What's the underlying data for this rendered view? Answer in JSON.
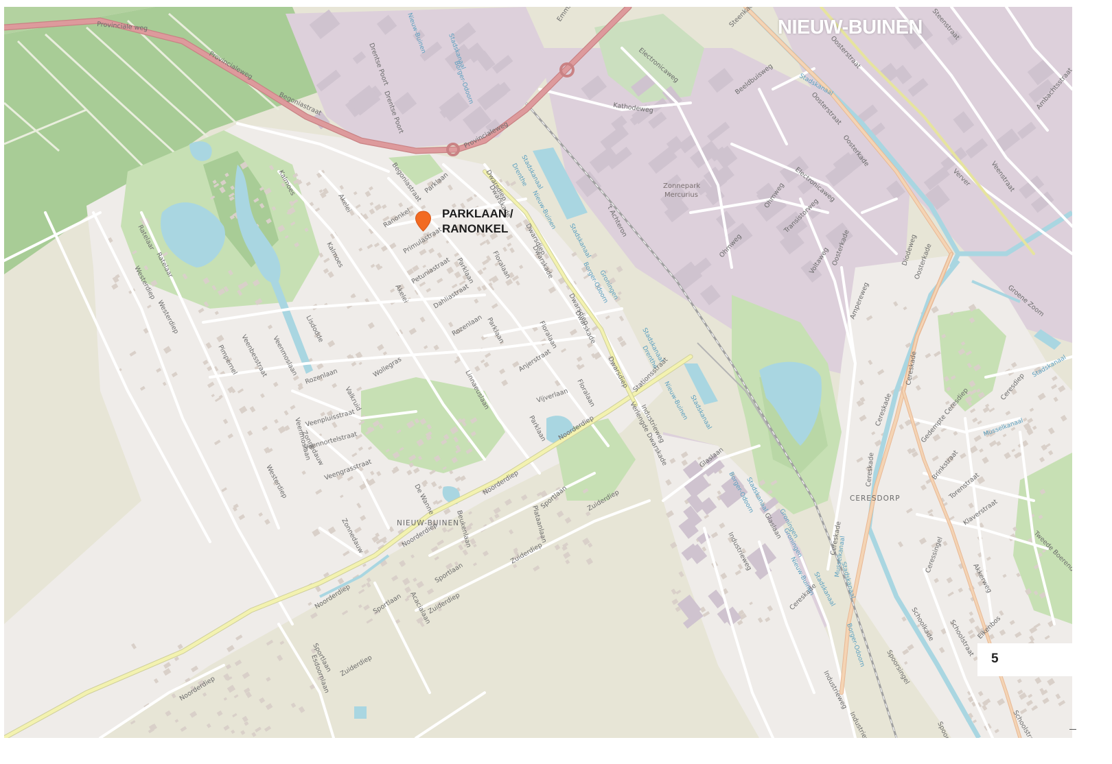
{
  "map": {
    "title": "NIEUW-BUINEN",
    "marker": {
      "label_line1": "PARKLAAN /",
      "label_line2": "RANONKEL",
      "color": "#f26a21"
    },
    "page_number": "5",
    "colors": {
      "background": "#e7e5d6",
      "residential": "#efece9",
      "industrial": "#ddd0db",
      "park": "#c7e0b4",
      "farmland": "#a8cc96",
      "water": "#a9d6e1",
      "primary_road": "#dd9a9c",
      "secondary_road": "#f3f2b0",
      "rail": "#9a9a9a",
      "building": "#d9d0c9"
    },
    "area_labels": {
      "nieuw_buinen": "NIEUW-BUINEN",
      "ceresdorp": "CERESDORP"
    },
    "poi_labels": {
      "zonnepark_1": "Zonnepark",
      "zonnepark_2": "Mercurius"
    },
    "streets": {
      "provincialeweg": "Provinciale weg",
      "provincialeweg_2": "Provincialeweg",
      "provincialeweg_3": "Provincialeweg",
      "begoniastraat": "Begoniastraat",
      "begoniastraat_2": "Begoniastraat",
      "kalmoes": "Kalmoes",
      "kalmoes_2": "Kalmoes",
      "akelei": "Akelei",
      "akelei_2": "Akelei",
      "ranonkel": "Ranonkel",
      "parklaan": "Parklaan",
      "parklaan_2": "Parklaan",
      "parklaan_3": "Parklaan",
      "parklaan_4": "Parklaan",
      "primulastraat": "Primulastraat",
      "petuniastraat": "Petuniastraat",
      "dahliastraat": "Dahliastraat",
      "floralaan": "Floralaan",
      "floralaan_2": "Floralaan",
      "floralaan_3": "Floralaan",
      "rozenlaan": "Rozenlaan",
      "rozenlaan_2": "Rozenlaan",
      "dwarsdiep": "Dwarsdiep",
      "dwarsdiep_2": "Dwarsdiep",
      "dwarsdiep_3": "Dwarsdiep",
      "dwarsdiep_4": "Dwarsdiep",
      "dwarskade": "Dwarskade",
      "dwarskade_2": "Dwarskade",
      "dwarskade_3": "Dwarskade",
      "anjerstraat": "Anjerstraat",
      "vijverlaan": "Vijverlaan",
      "linnaeuslaan": "Linnaeuslaan",
      "noorderdiep": "Noorderdiep",
      "noorderdiep_2": "Noorderdiep",
      "noorderdiep_3": "Noorderdiep",
      "noorderdiep_4": "Noorderdiep",
      "noorderdiep_5": "Noorderdiep",
      "verlengde_dwarskade": "Verlengde Dwarskade",
      "stationsstraat": "Stationsstraat",
      "industrieweg": "Industrieweg",
      "industrieweg_2": "Industrieweg",
      "industrieweg_3": "Industrieweg",
      "industrieweg_4": "Industrieweg",
      "glaslaan": "Glaslaan",
      "glaslaan_2": "Glaslaan",
      "cereskade": "Cereskade",
      "cereskade_2": "Cereskade",
      "cereskade_3": "Cereskade",
      "cereskade_4": "Cereskade",
      "cereskade_5": "Cereskade",
      "ratelaar": "Ratelaar",
      "ratelaar_2": "Ratelaar",
      "westerdiep": "Westerdiep",
      "westerdiep_2": "Westerdiep",
      "westerdiep_3": "Westerdiep",
      "pimpernel": "Pimpernel",
      "veenbesstraat": "Veenbesstraat",
      "veenmoslaan": "Veenmoslaan",
      "veenmoslaan_2": "Veenmoslaan",
      "lisdodde": "Lisdodde",
      "wollegras": "Wollegras",
      "valkruid": "Valkruid",
      "veenpluisstraat": "Veenpluisstraat",
      "veennortelstraat": "Veennortelstraat",
      "veengrasstraat": "Veengrasstraat",
      "zonnedauw": "Zonnedauw",
      "zonnedauw_2": "Zonnedauw",
      "de_wanne": "De Wanne",
      "beukenlaan": "Beukenlaan",
      "plataanlaan": "Plataanlaan",
      "sportlaan": "Sportlaan",
      "sportlaan_2": "Sportlaan",
      "sportlaan_3": "Sportlaan",
      "sportlaan_4": "Sportlaan",
      "zuiderdiep": "Zuiderdiep",
      "zuiderdiep_2": "Zuiderdiep",
      "zuiderdiep_3": "Zuiderdiep",
      "zuiderdiep_4": "Zuiderdiep",
      "acacialaan": "Acacialaan",
      "esdoornlaan": "Esdoornlaan",
      "electronicaweg": "Electronicaweg",
      "electronicaweg_2": "Electronicaweg",
      "kathodeweg": "Kathodeweg",
      "beeldbuisweg": "Beeldbuisweg",
      "oosterstraat": "Oosterstraat",
      "oosterstraat_2": "Oosterstraat",
      "oosterkade": "Oosterkade",
      "oosterkade_2": "Oosterkade",
      "oosterkade_3": "Oosterkade",
      "ohmweg": "Ohmweg",
      "ohmweg_2": "Ohmweg",
      "transistorweg": "Transistorweg",
      "voltaweg": "Voltaweg",
      "ampereweg": "Ampereweg",
      "diodeweg": "Diodeweg",
      "achteron": "'t Achteron",
      "verver": "Verver",
      "veenstraat": "Veenstraat",
      "ambachtsstraat": "Ambachtsstraat",
      "groene_zoom": "Groene Zoom",
      "ceresdiep": "Ceresdiep",
      "gedempte_ceresdiep": "Gedempte Ceresdiep",
      "brinkstraat": "Brinkstraat",
      "torenstraat": "Torenstraat",
      "klaverstraat": "Klaverstraat",
      "tweede_boerendiep": "Tweede Boerendiep",
      "akkerweg": "Akkerweg",
      "ceressingel": "Ceressingel",
      "eikenbos": "Eikenbos",
      "schoolkade": "Schoolkade",
      "schoolstraat": "Schoolstraat",
      "schoolstraat_2": "Schoolstraat",
      "spoorsingel": "Spoorsingel",
      "spoorsingel_2": "Spoorsingel",
      "drentse_poort": "Drentse Poort",
      "drentse_poort_2": "Drentse Poort",
      "emmas": "Emmas",
      "steenkade": "Steenkade",
      "steenstraat": "Steenstraat"
    },
    "water_labels": {
      "stadskanaal": "Stadskanaal",
      "stadskanaal_2": "Stadskanaal",
      "stadskanaal_3": "Stadskanaal",
      "stadskanaal_4": "Stadskanaal",
      "stadskanaal_5": "Stadskanaal",
      "stadskanaal_6": "Stadskanaal",
      "stadskanaal_7": "Stadskanaal",
      "stadskanaal_8": "Stadskanaal",
      "musselkanaal": "Musselkanaal",
      "musselkanaal_2": "Musselkanaal",
      "stadskanaal_ne": "Stadskanaal",
      "stadskanaal_top": "Stadskanaal",
      "drenthe": "Drenthe",
      "drenthe_2": "Drenthe",
      "groningen": "Groningen",
      "groningen_2": "Groningen",
      "groningen_3": "Groningen",
      "nieuw_buinen_b": "Nieuw-Buinen",
      "nieuw_buinen_b2": "Nieuw-Buinen",
      "nieuw_buinen_b3": "Nieuw-Buinen",
      "borger_odoorn": "Borger-Odoorn",
      "borger_odoorn_2": "Borger-Odoorn",
      "borger_odoorn_3": "Borger-Odoorn",
      "borger_odoorn_4": "Borger-Odoorn",
      "nieuw_buinen_top": "Nieuw-Buinen"
    }
  }
}
